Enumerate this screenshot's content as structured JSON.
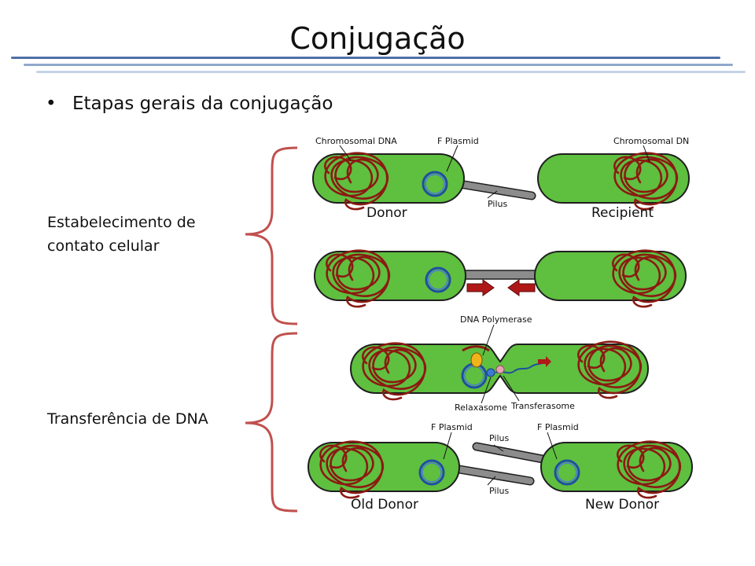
{
  "title": "Conjugação",
  "bullet": "Etapas gerais da conjugação",
  "steps": {
    "contact": [
      "Estabelecimento de",
      "contato celular"
    ],
    "transfer": "Transferência de DNA"
  },
  "labels": {
    "chromosomal_dna": "Chromosomal DNA",
    "f_plasmid": "F Plasmid",
    "chromosomal_dn": "Chromosomal DN",
    "donor": "Donor",
    "recipient": "Recipient",
    "pilus": "Pilus",
    "dna_polymerase": "DNA Polymerase",
    "relaxasome": "Relaxasome",
    "transferasome": "Transferasome",
    "old_donor": "Old Donor",
    "new_donor": "New Donor"
  },
  "colors": {
    "cell_fill": "#5fbf3f",
    "cell_stroke": "#1e1e1e",
    "chromosome": "#8b1a12",
    "plasmid": "#1f4fa0",
    "pilus": "#8c8c8c",
    "brace": "#c0504d",
    "arrow": "#b01818",
    "polymerase": "#f2b21b",
    "relaxasome": "#3a7bd5",
    "transferasome": "#e7a3b5"
  }
}
